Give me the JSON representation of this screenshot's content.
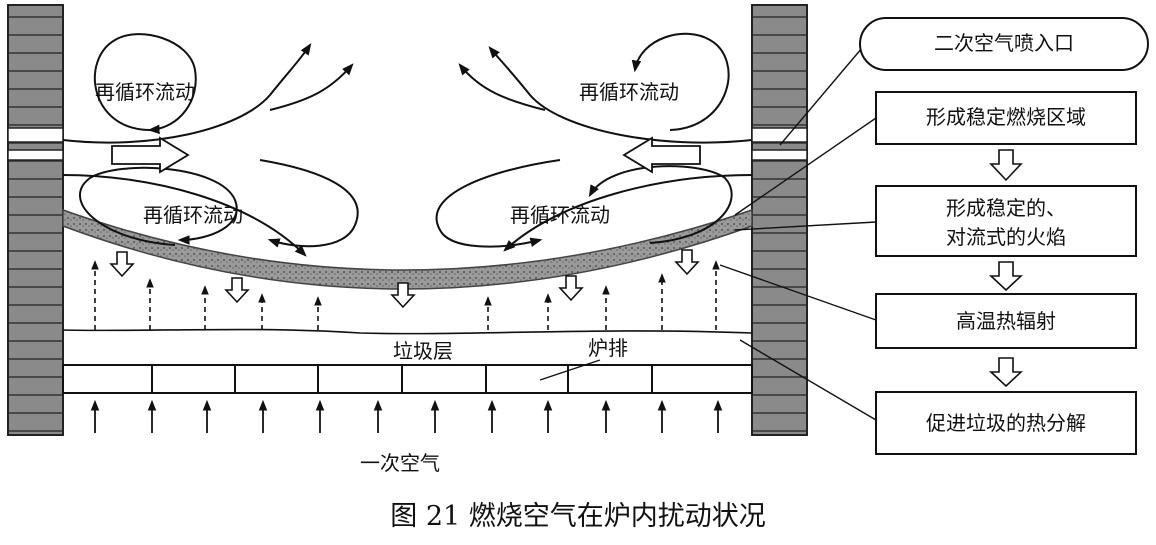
{
  "diagram": {
    "labels": {
      "recirc_top_left": "再循环流动",
      "recirc_top_right": "再循环流动",
      "recirc_mid_left": "再循环流动",
      "recirc_mid_right": "再循环流动",
      "waste_layer": "垃圾层",
      "grate": "炉排",
      "primary_air": "一次空气"
    },
    "boxes": {
      "secondary_inlet": "二次空气喷入口",
      "stable_zone": "形成稳定燃烧区域",
      "stable_flame_line1": "形成稳定的、",
      "stable_flame_line2": "对流式的火焰",
      "radiation": "高温热辐射",
      "decomposition": "促进垃圾的热分解"
    }
  },
  "caption": "图 21 燃烧空气在炉内扰动状况"
}
